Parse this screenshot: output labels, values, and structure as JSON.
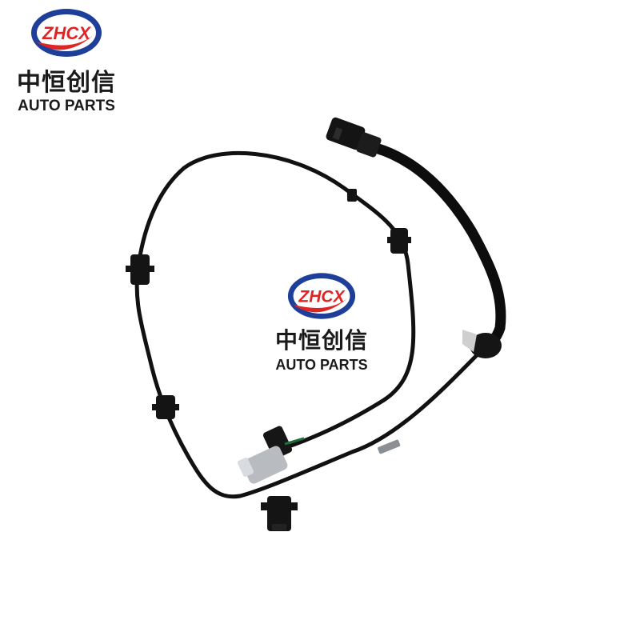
{
  "brand": {
    "logo_text": "ZHCX",
    "name_cn": "中恒创信",
    "name_en": "AUTO PARTS",
    "colors": {
      "blue": "#1e3f99",
      "red": "#e02424",
      "ink": "#111111"
    }
  },
  "product": {
    "icon": "abs-wheel-speed-sensor-cable"
  }
}
